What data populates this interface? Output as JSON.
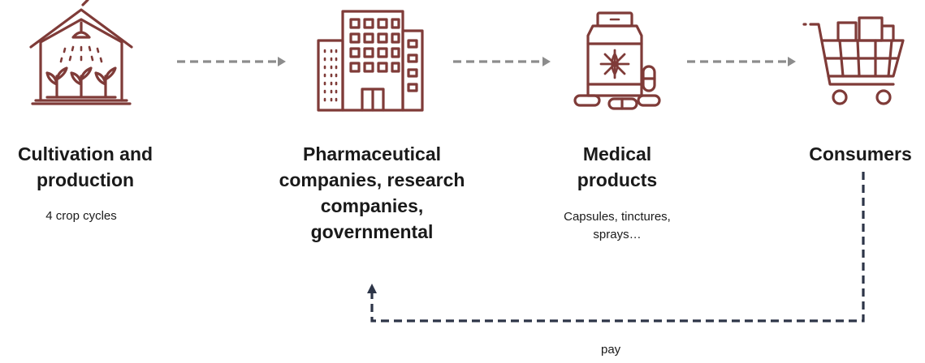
{
  "colors": {
    "icon": "#7f3b38",
    "arrow": "#8c8c8c",
    "loop": "#2d3548"
  },
  "stages": [
    {
      "icon": "greenhouse-icon",
      "title_line1": "Cultivation and",
      "title_line2": "production",
      "subtitle": "4 crop cycles"
    },
    {
      "icon": "office-building-icon",
      "title_line1": "Pharmaceutical",
      "title_line2": "companies, research",
      "title_line3": "companies,",
      "title_line4": "governmental"
    },
    {
      "icon": "medicine-bottle-icon",
      "title_line1": "Medical",
      "title_line2": "products",
      "subtitle_line1": "Capsules, tinctures,",
      "subtitle_line2": "sprays…"
    },
    {
      "icon": "shopping-cart-icon",
      "title_line1": "Consumers"
    }
  ],
  "feedback": {
    "label": "pay"
  }
}
